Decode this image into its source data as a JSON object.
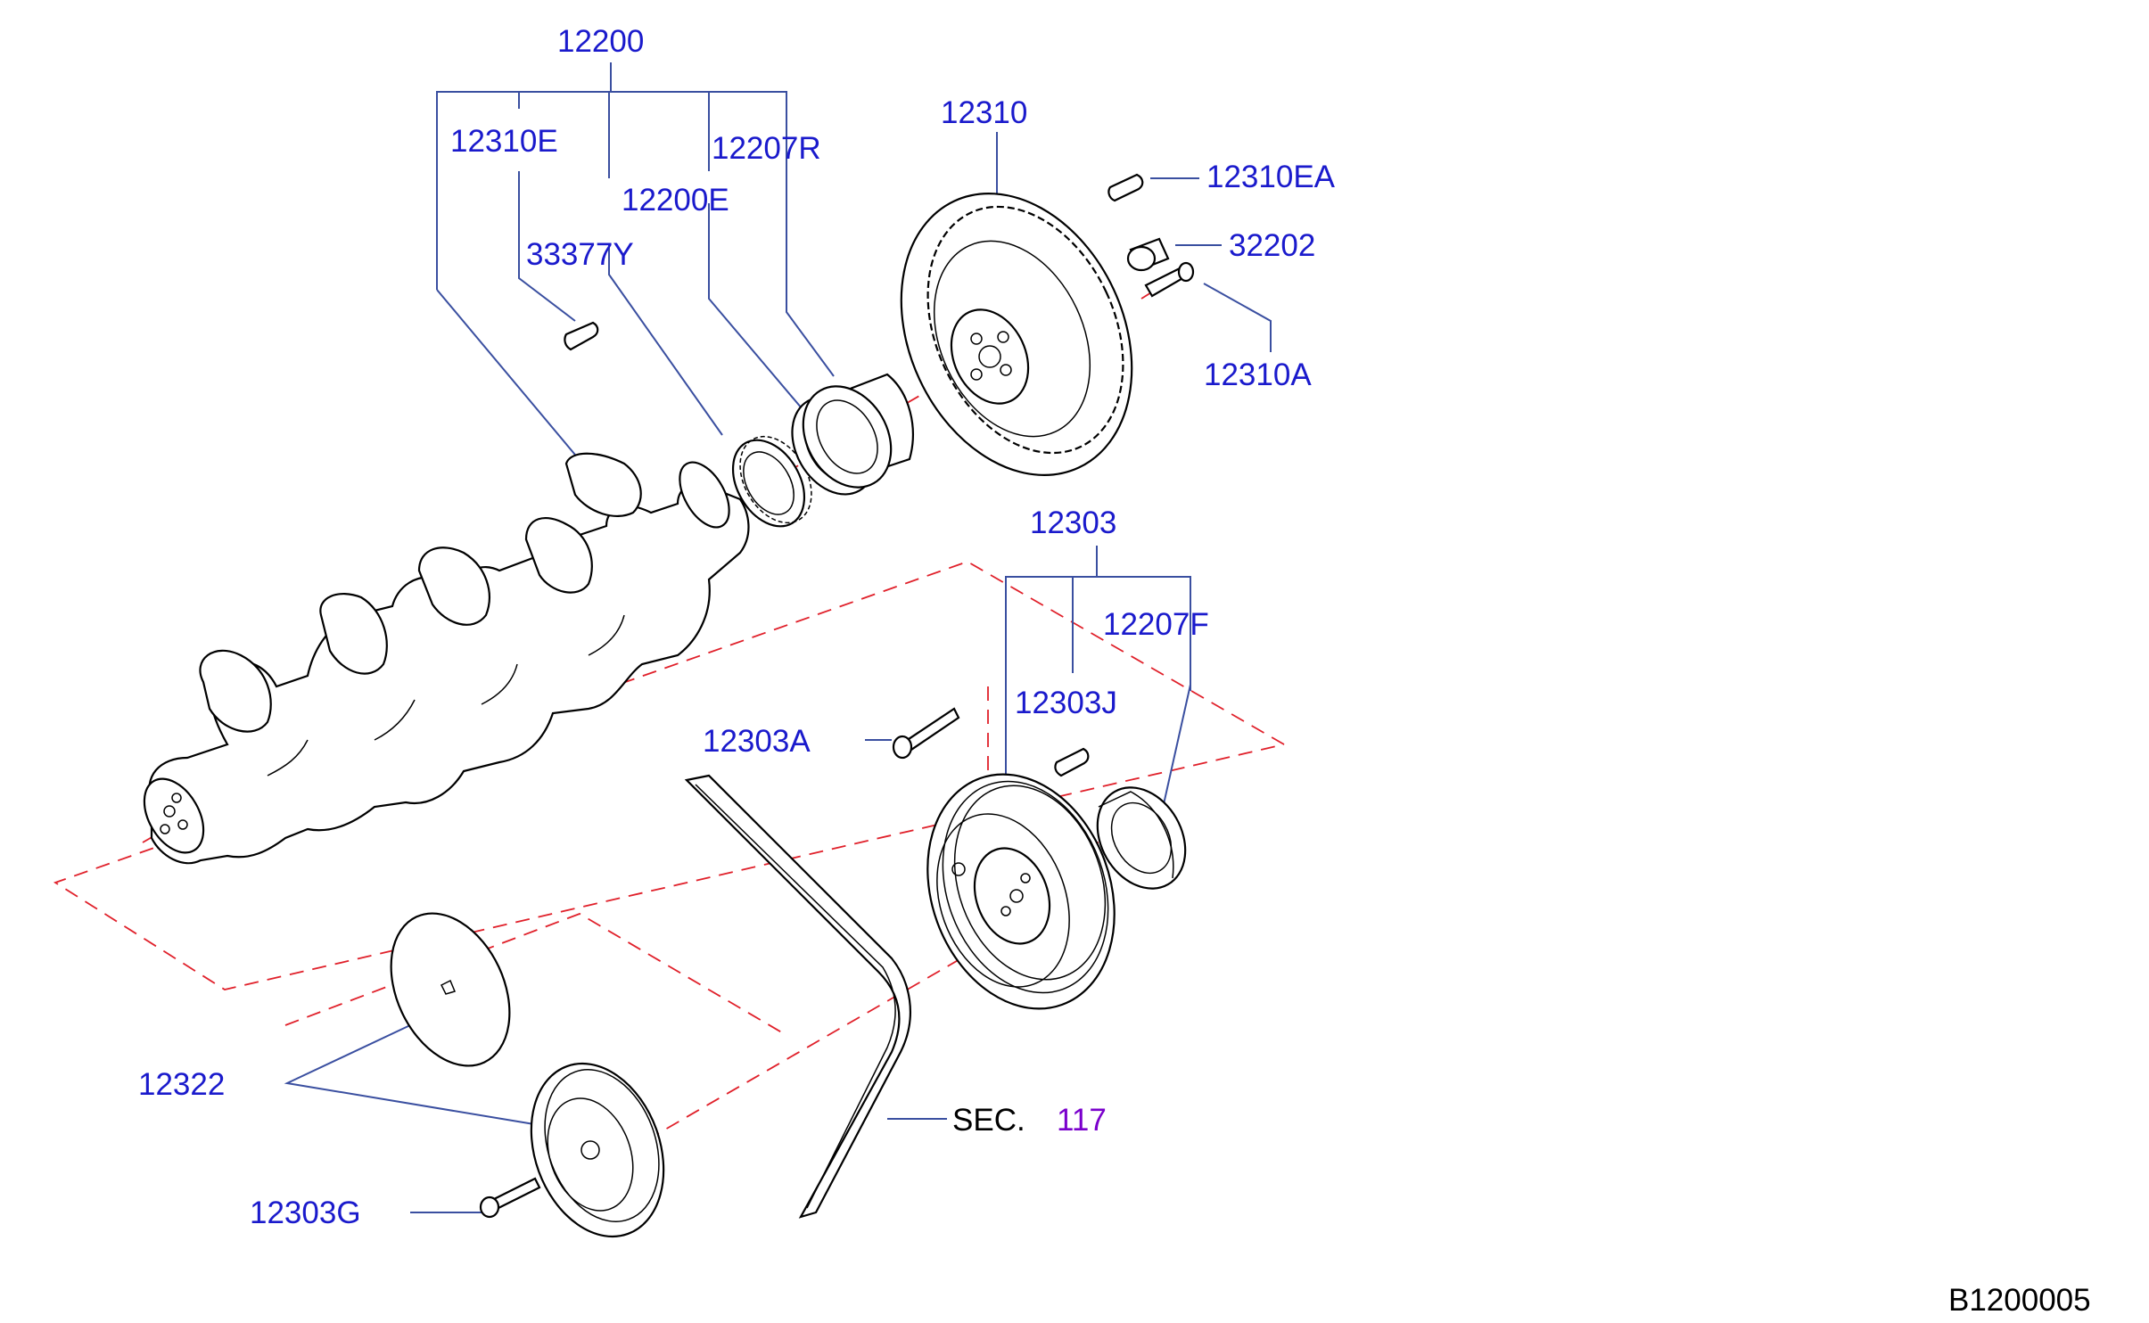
{
  "diagram": {
    "callouts": [
      {
        "id": "c12200",
        "text": "12200"
      },
      {
        "id": "c12310E",
        "text": "12310E"
      },
      {
        "id": "c12207R",
        "text": "12207R"
      },
      {
        "id": "c12200E",
        "text": "12200E"
      },
      {
        "id": "c33377Y",
        "text": "33377Y"
      },
      {
        "id": "c12310",
        "text": "12310"
      },
      {
        "id": "c12310EA",
        "text": "12310EA"
      },
      {
        "id": "c32202",
        "text": "32202"
      },
      {
        "id": "c12310A",
        "text": "12310A"
      },
      {
        "id": "c12303",
        "text": "12303"
      },
      {
        "id": "c12207F",
        "text": "12207F"
      },
      {
        "id": "c12303J",
        "text": "12303J"
      },
      {
        "id": "c12303A",
        "text": "12303A"
      },
      {
        "id": "c12322",
        "text": "12322"
      },
      {
        "id": "c12303G",
        "text": "12303G"
      }
    ],
    "section_ref": {
      "prefix": "SEC.",
      "number": "117"
    },
    "figure_code": "B1200005"
  },
  "colors": {
    "callout_text": "#1a1acc",
    "leader_line": "#3a4fa0",
    "center_axis": "#e0202a",
    "section_number": "#7a00cc",
    "outline": "#000000"
  }
}
